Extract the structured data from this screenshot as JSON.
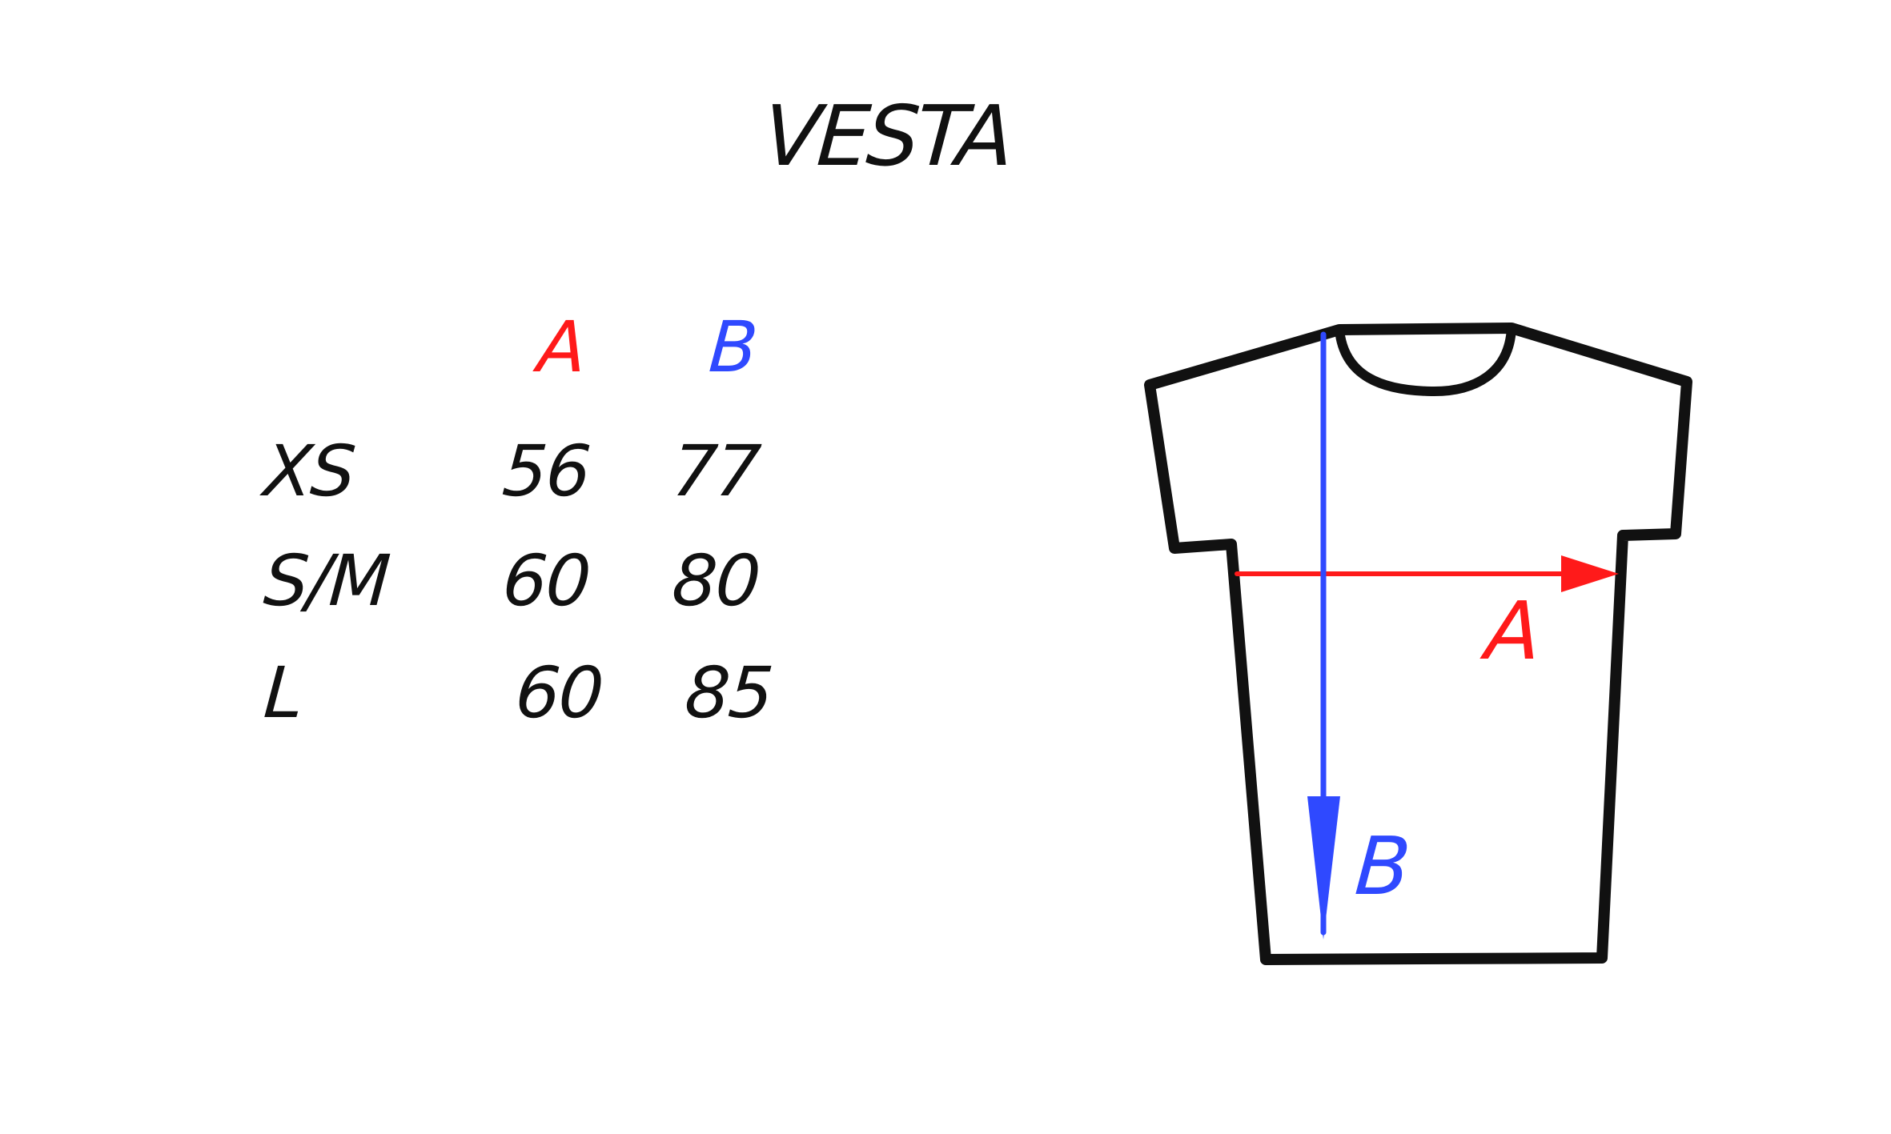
{
  "document": {
    "title": "VESTA"
  },
  "size_table": {
    "headers": {
      "a": "A",
      "b": "B"
    },
    "rows": [
      {
        "size": "XS",
        "a": "56",
        "b": "77"
      },
      {
        "size": "S/M",
        "a": "60",
        "b": "80"
      },
      {
        "size": "L",
        "a": "60",
        "b": "85"
      }
    ]
  },
  "diagram": {
    "labels": {
      "a": "A",
      "b": "B"
    },
    "icons": {
      "garment": "tshirt-outline-icon",
      "width_arrow": "arrow-right-icon",
      "length_arrow": "arrow-down-icon"
    }
  },
  "colors": {
    "text": "#111111",
    "measure_a": "#ff1a1a",
    "measure_b": "#2f49ff",
    "background": "#ffffff"
  }
}
